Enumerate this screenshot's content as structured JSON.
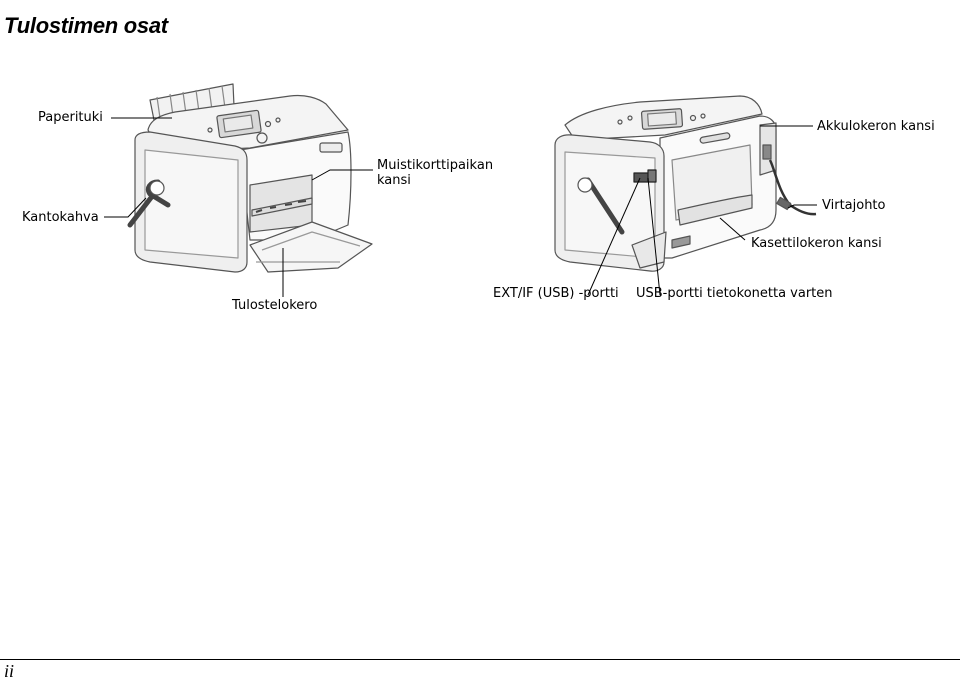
{
  "page": {
    "title": "Tulostimen osat",
    "page_number": "ii"
  },
  "labels": {
    "paper_support": "Paperituki",
    "carrying_handle": "Kantokahva",
    "memory_card_cover": "Muistikorttipaikan\nkansi",
    "output_tray": "Tulostelokero",
    "battery_cover": "Akkulokeron kansi",
    "power_cord": "Virtajohto",
    "cassette_cover": "Kasettilokeron kansi",
    "ext_usb_port": "EXT/IF (USB) -portti",
    "usb_port_computer": "USB-portti tietokonetta varten"
  }
}
